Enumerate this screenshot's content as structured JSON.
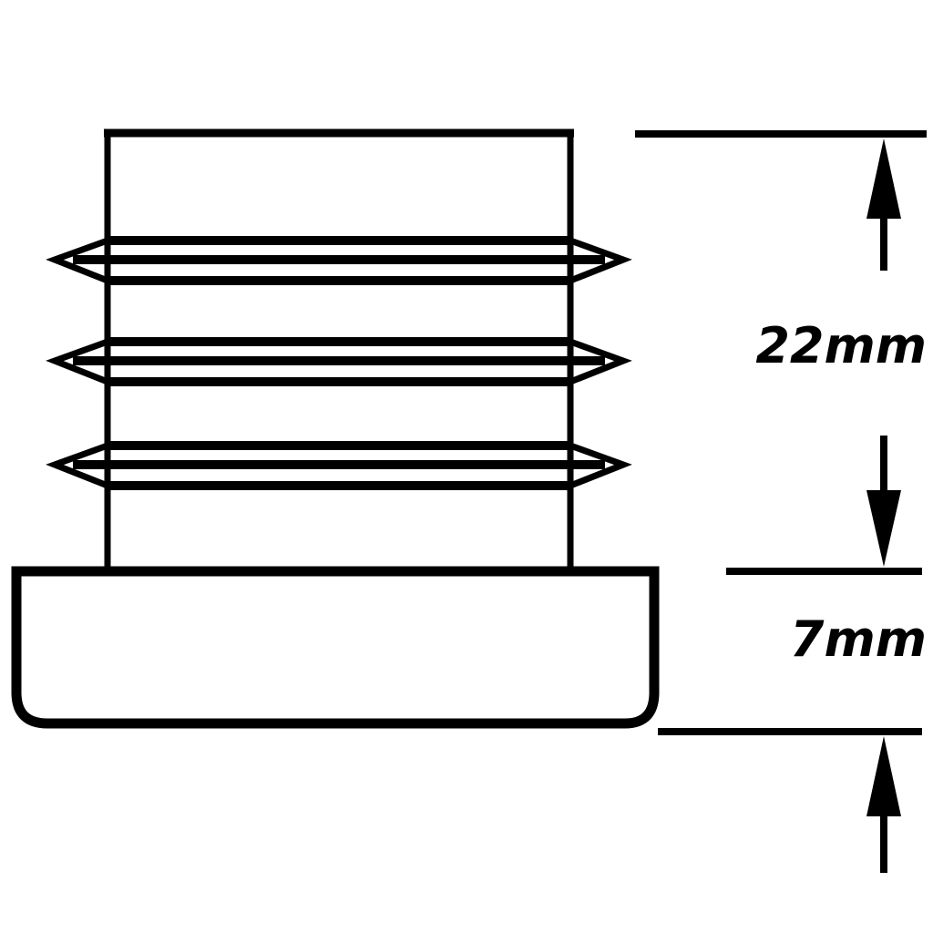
{
  "diagram": {
    "stroke_color": "#000000",
    "background": "#ffffff",
    "dimensions": [
      {
        "label": "22mm",
        "part": "insert-stem"
      },
      {
        "label": "7mm",
        "part": "cap-base"
      }
    ]
  }
}
